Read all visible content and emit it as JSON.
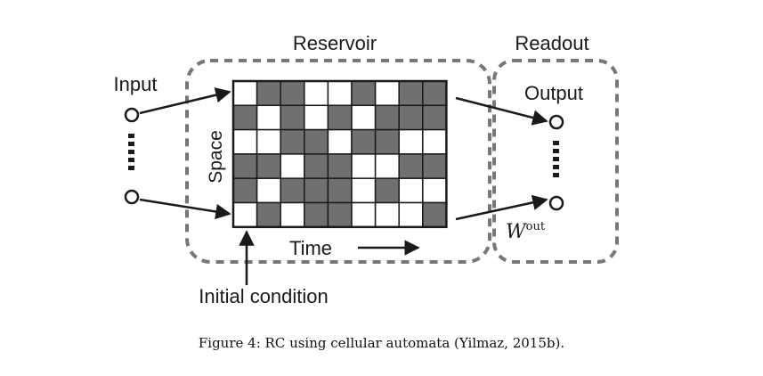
{
  "diagram": {
    "reservoir_label": "Reservoir",
    "readout_label": "Readout",
    "input_label": "Input",
    "output_label": "Output",
    "space_label": "Space",
    "time_label": "Time",
    "initial_condition_label": "Initial condition",
    "weight_symbol": "W",
    "weight_superscript": "out",
    "grid": [
      [
        0,
        1,
        1,
        0,
        0,
        1,
        0,
        1,
        1
      ],
      [
        1,
        0,
        1,
        0,
        1,
        0,
        1,
        1,
        1
      ],
      [
        0,
        0,
        1,
        1,
        0,
        1,
        1,
        0,
        0
      ],
      [
        1,
        1,
        0,
        1,
        1,
        0,
        0,
        1,
        1
      ],
      [
        1,
        0,
        1,
        1,
        1,
        0,
        1,
        0,
        0
      ],
      [
        0,
        1,
        0,
        1,
        1,
        0,
        0,
        0,
        1
      ]
    ],
    "colors": {
      "cell_on": "#707070",
      "cell_off": "#ffffff",
      "dashed_border": "#777777",
      "arrow": "#1a1a1a"
    }
  },
  "caption": "Figure 4: RC using cellular automata (Yilmaz, 2015b)."
}
